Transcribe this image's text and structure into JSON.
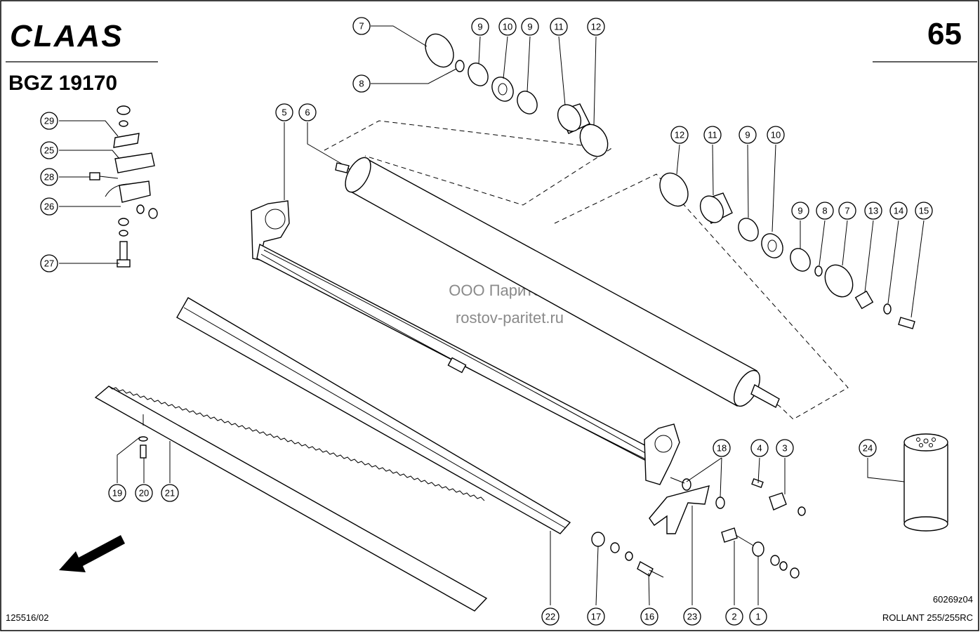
{
  "header": {
    "brand": "CLAAS",
    "doc_code": "BGZ 19170",
    "page_number": "65"
  },
  "watermark": {
    "line1": "ООО Паритет",
    "line2": "rostov-paritet.ru"
  },
  "footer": {
    "left_code": "125516/02",
    "drawing_ref": "60269z04",
    "model": "ROLLANT 255/255RC"
  },
  "callouts": [
    "1",
    "2",
    "3",
    "4",
    "5",
    "6",
    "7",
    "7",
    "8",
    "8",
    "9",
    "9",
    "9",
    "9",
    "10",
    "10",
    "11",
    "11",
    "12",
    "12",
    "13",
    "14",
    "15",
    "16",
    "17",
    "18",
    "19",
    "20",
    "21",
    "22",
    "23",
    "24",
    "25",
    "26",
    "27",
    "28",
    "29"
  ]
}
